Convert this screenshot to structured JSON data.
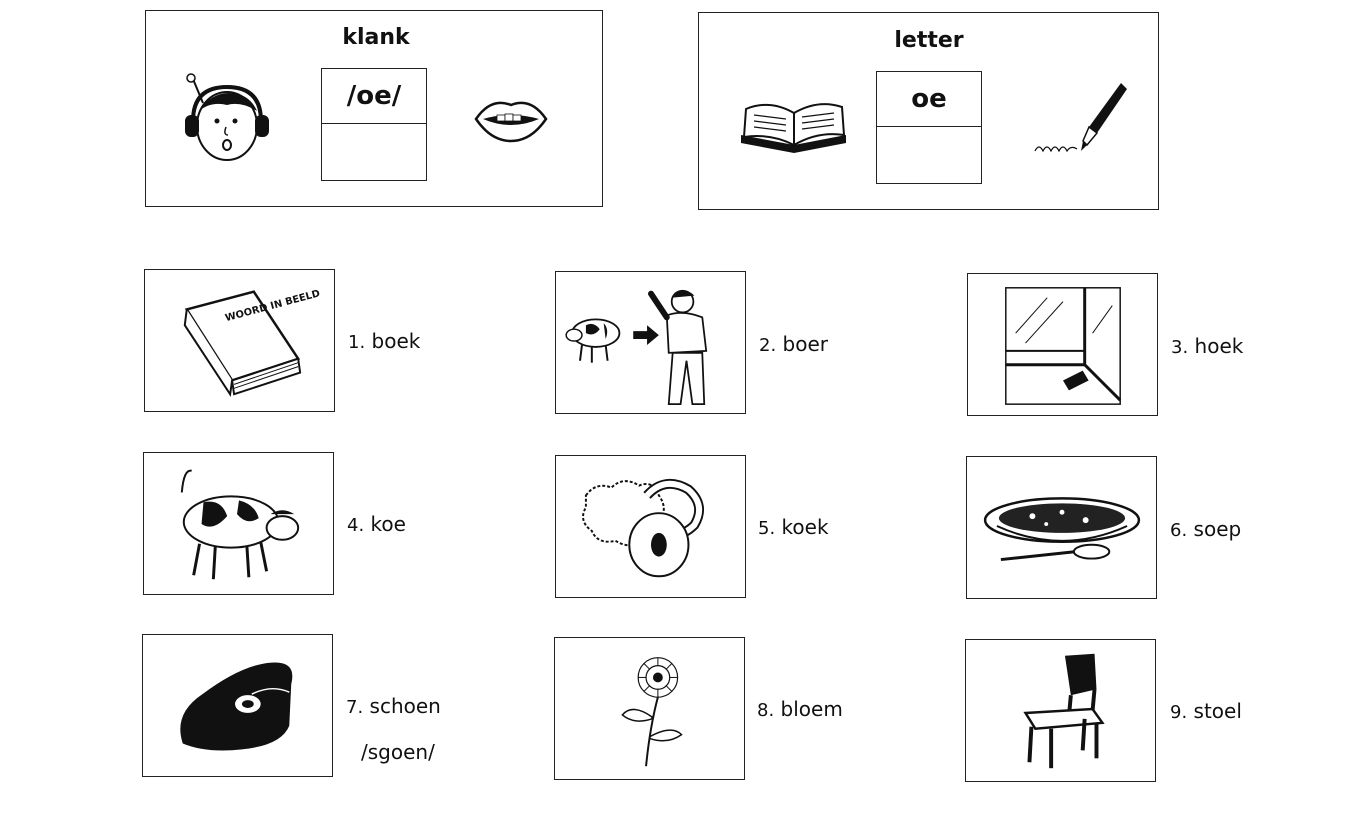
{
  "klank": {
    "title": "klank",
    "sound": "/oe/"
  },
  "letter": {
    "title": "letter",
    "grapheme": "oe"
  },
  "items": [
    {
      "number": "1.",
      "word": "boek"
    },
    {
      "number": "2.",
      "word": "boer"
    },
    {
      "number": "3.",
      "word": "hoek"
    },
    {
      "number": "4.",
      "word": "koe"
    },
    {
      "number": "5.",
      "word": "koek"
    },
    {
      "number": "6.",
      "word": "soep"
    },
    {
      "number": "7.",
      "word": "schoen",
      "pronunciation": "/sgoen/"
    },
    {
      "number": "8.",
      "word": "bloem"
    },
    {
      "number": "9.",
      "word": "stoel"
    }
  ],
  "book_cover_text": "WOORD IN BEELD",
  "icons": [
    "listening-boy-icon",
    "lips-icon",
    "open-book-icon",
    "fountain-pen-icon"
  ]
}
